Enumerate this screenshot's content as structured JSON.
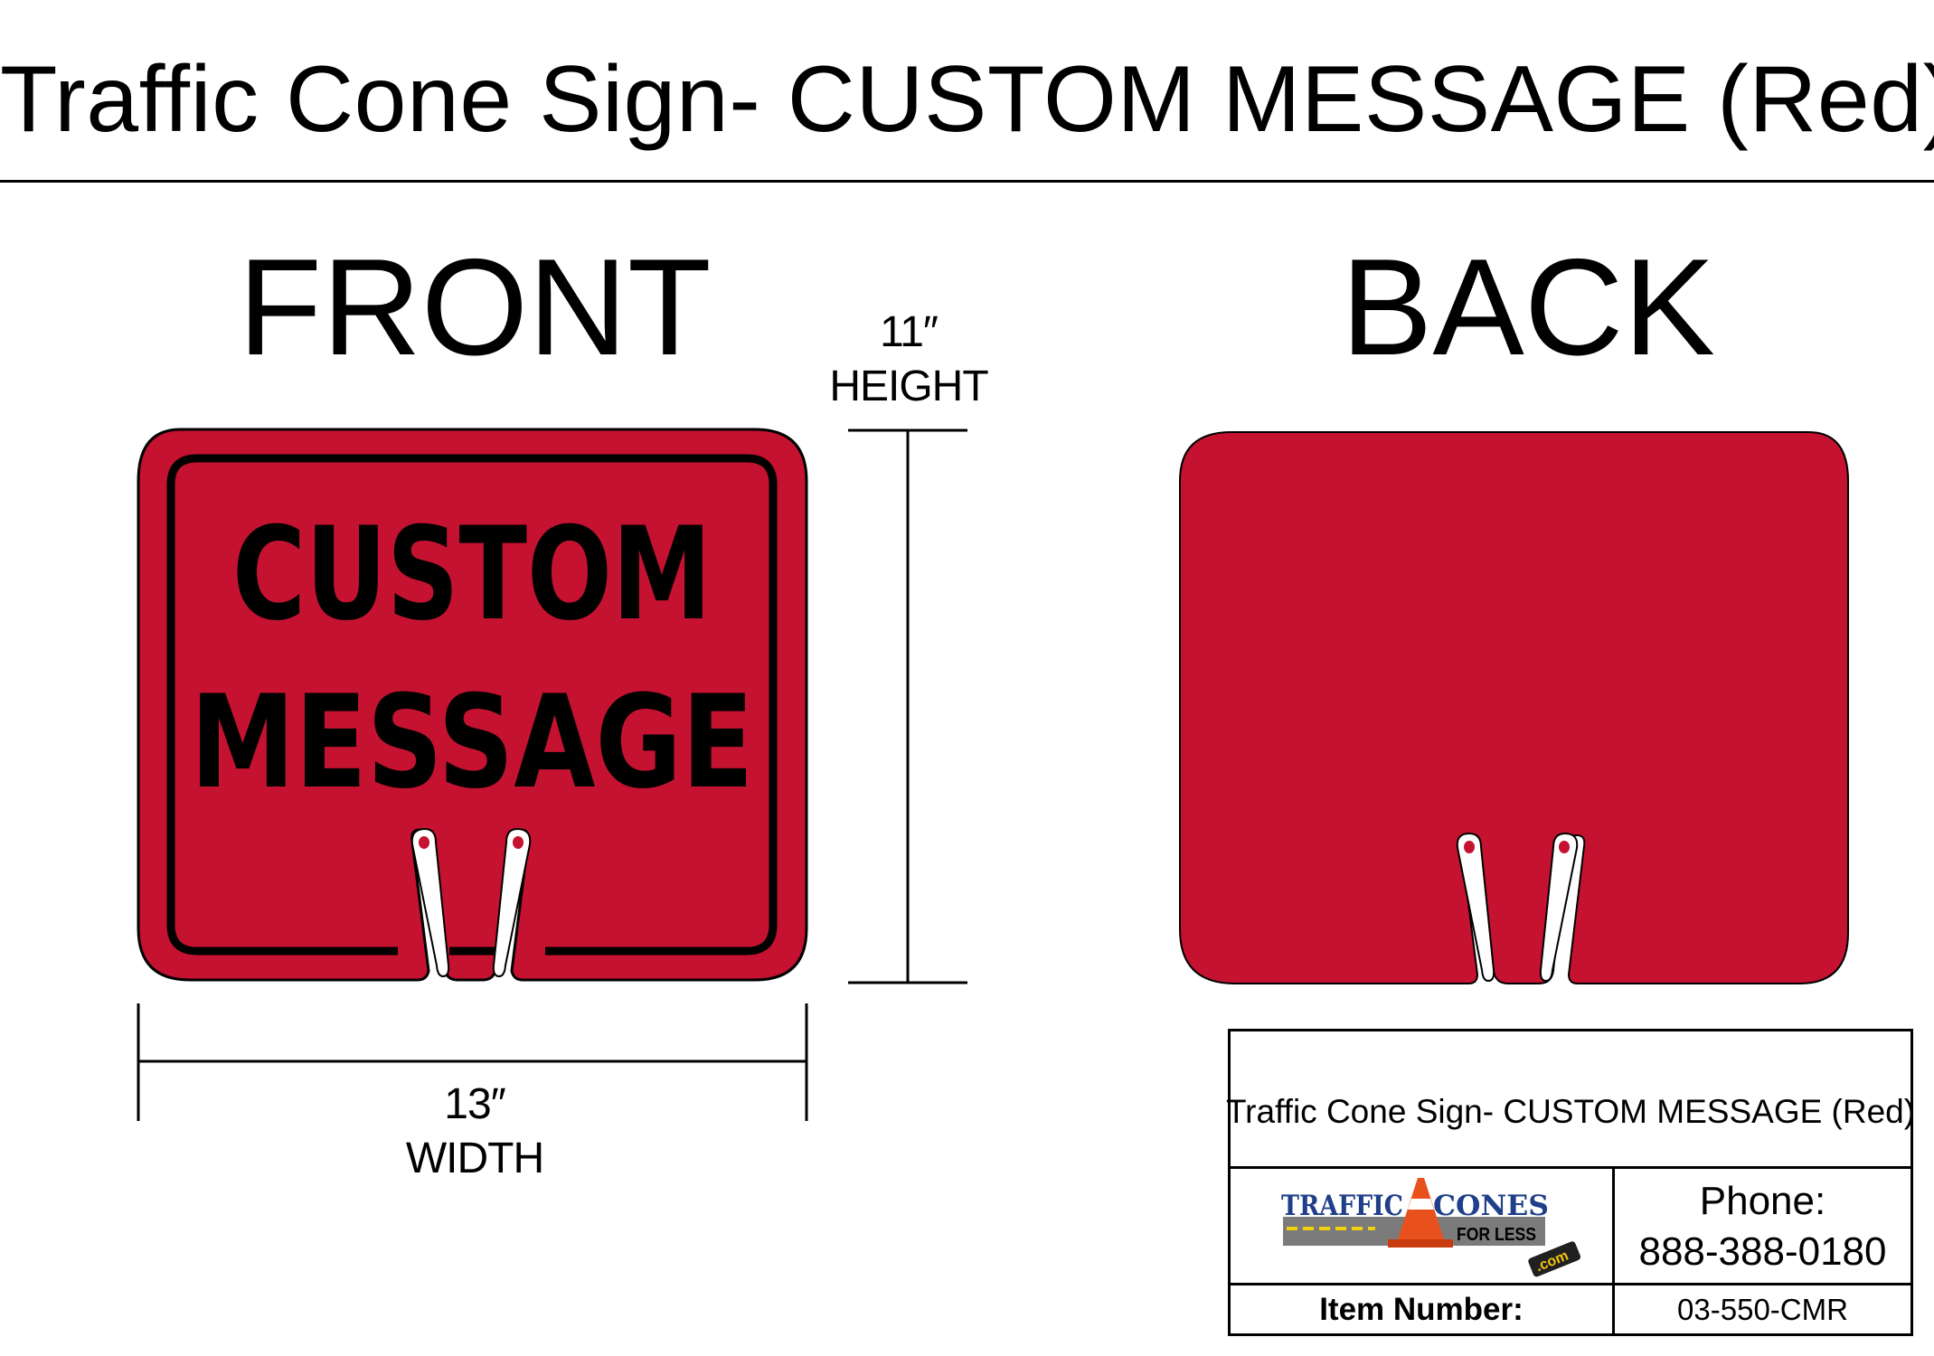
{
  "title": "Traffic Cone Sign- CUSTOM MESSAGE (Red)",
  "front_label": "FRONT",
  "back_label": "BACK",
  "sign_message": {
    "line1": "CUSTOM",
    "line2": "MESSAGE"
  },
  "dimensions": {
    "height_value": "11″",
    "height_label": "HEIGHT",
    "width_value": "13″",
    "width_label": "WIDTH"
  },
  "title_block": {
    "product_name": "Traffic Cone Sign- CUSTOM MESSAGE (Red)",
    "phone_label": "Phone:",
    "phone_number": "888-388-0180",
    "item_number_label": "Item Number:",
    "item_number": "03-550-CMR"
  },
  "logo": {
    "word1": "TRAFFIC",
    "word2": "CONES",
    "tagline": "FOR LESS",
    "tag": ".com"
  },
  "colors": {
    "sign_red": "#c41230",
    "sign_border": "#000000",
    "logo_blue": "#1f3f8a",
    "cone_orange": "#e8501c"
  },
  "icons": {
    "logo": "traffic-cone-logo-icon"
  }
}
